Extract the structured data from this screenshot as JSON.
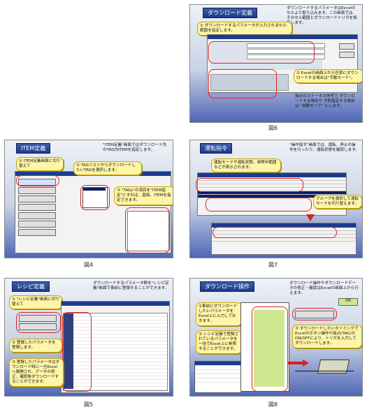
{
  "fig6": {
    "title": "ダウンロード定義",
    "callout1": "① ダウンロードするパラメータが入力されるセル範囲を指定します。",
    "callout2": "② Excelの画面上から任意にダウンロードする場合は\"手動モード\"。",
    "note_top": "ダウンロードするパラメータはExcelのセルより取り込みます。この画面では、そのセル範囲とダウンロードトリガを設定します。",
    "note_bottom": "接点のステータス信号で ダウンロードする場合や 予約指定する場合は \"自動モード\" にします。",
    "caption": "図6"
  },
  "fig4": {
    "title": "ITEM定義",
    "note_top": "\"ITEM定義\"画面ではダウンロード先のTAG内ITEMを指定します。",
    "callout1": "① ITEM定義画面に切り替えて",
    "callout2": "② TAGリストからダウンロードしたいTAGを選択します。",
    "callout3": "③ \"TAGs\"の項目を\"ITEM指定\"にすれば、直接、ITEMを指定できます。",
    "caption": "図4"
  },
  "fig7": {
    "title": "運転指令",
    "note_top": "\"操作指令\"画面では、運転、停止の操作を行ったり、運転状態を確認します。",
    "callout1": "運転モードや運転状態、参照中範囲などが表示されます。",
    "callout2": "グループを選択して運転モードを切り替えます。",
    "caption": "図7"
  },
  "fig5": {
    "title": "レシピ定義",
    "note_top": "ダウンロードするパラメータ群を\"レシピ定義\"画面で事前に登録することができます。",
    "callout1": "① \"レシピ定義\"画面に切り替えて",
    "callout2": "② 登録したパラメータを登録します。",
    "callout3": "③ 登録したパラメータはダウンロード時に一旦Excelへ展開され、データの修正、確認後ダウンロードすることができます。",
    "caption": "図5"
  },
  "fig8": {
    "title": "ダウンロード操作",
    "note_top": "ダウンロード操作やダウンロードデータの修正・確認はExcelの画面上から行えます。",
    "callout1": "①事前にダウンロードしたいパラメータをExcel上に入力しておきます。",
    "callout2": "② レシピ定義で登録されているパラメータを一括でExcel上に参照することができます。",
    "callout3": "③ ダウンロードしたいタイミングでExcelのボタン操作や接点(TAG)のON/OFFにより、トリガを入力してダウンロードします。",
    "on_label": "ON",
    "caption": "図8"
  }
}
